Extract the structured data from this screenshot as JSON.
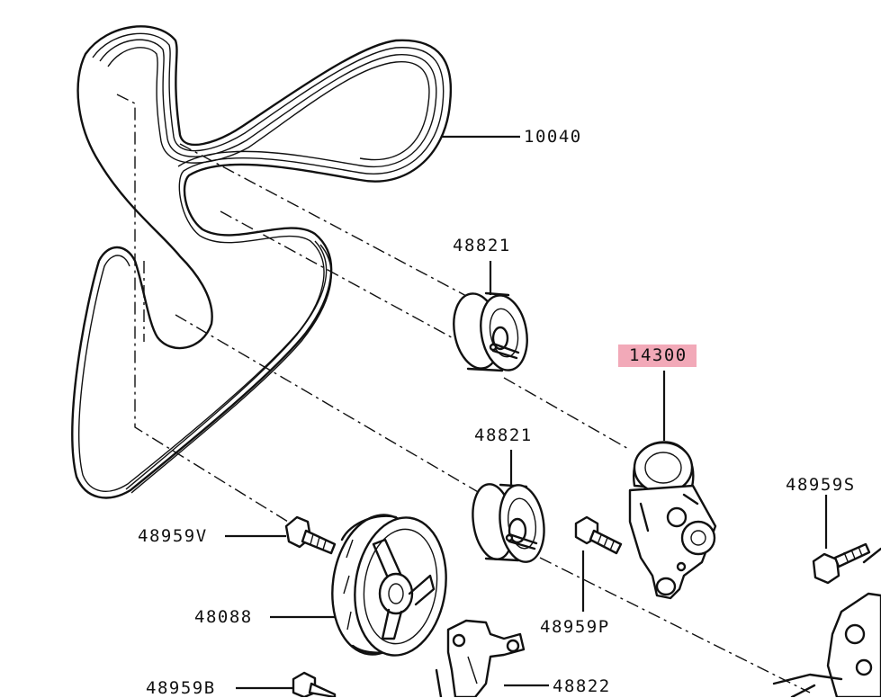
{
  "parts": {
    "belt": "10040",
    "idler_upper": "48821",
    "idler_lower": "48821",
    "tensioner": "14300",
    "bolt_v": "48959V",
    "bolt_s": "48959S",
    "pulley": "48088",
    "bolt_p": "48959P",
    "bolt_b": "48959B",
    "bracket": "48822"
  },
  "highlight_color": "#f2a9b8"
}
